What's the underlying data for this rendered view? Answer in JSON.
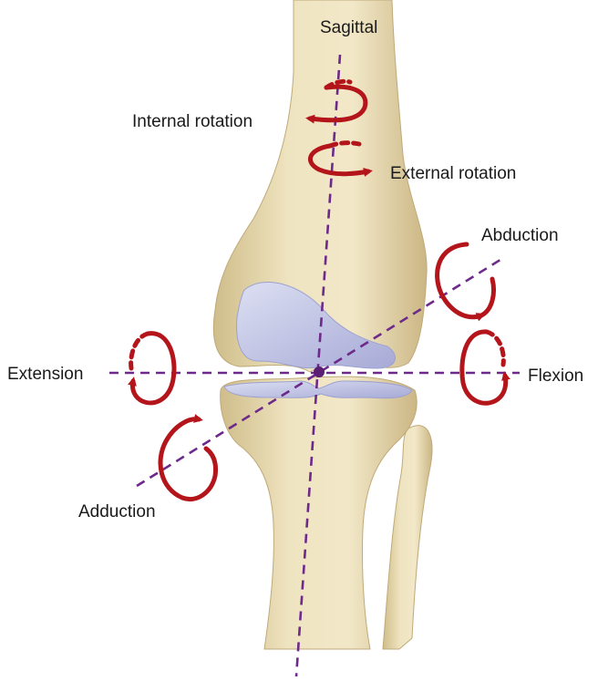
{
  "labels": {
    "sagittal": "Sagittal",
    "internal_rotation": "Internal rotation",
    "external_rotation": "External rotation",
    "abduction": "Abduction",
    "adduction": "Adduction",
    "extension": "Extension",
    "flexion": "Flexion"
  },
  "colors": {
    "axis": "#6d2a8a",
    "arrow": "#b3151b",
    "bone": "#e9dcb2",
    "bone_shadow": "#cdb985",
    "cartilage": "#c9cbe6",
    "cartilage_shadow": "#9ea1cf"
  }
}
